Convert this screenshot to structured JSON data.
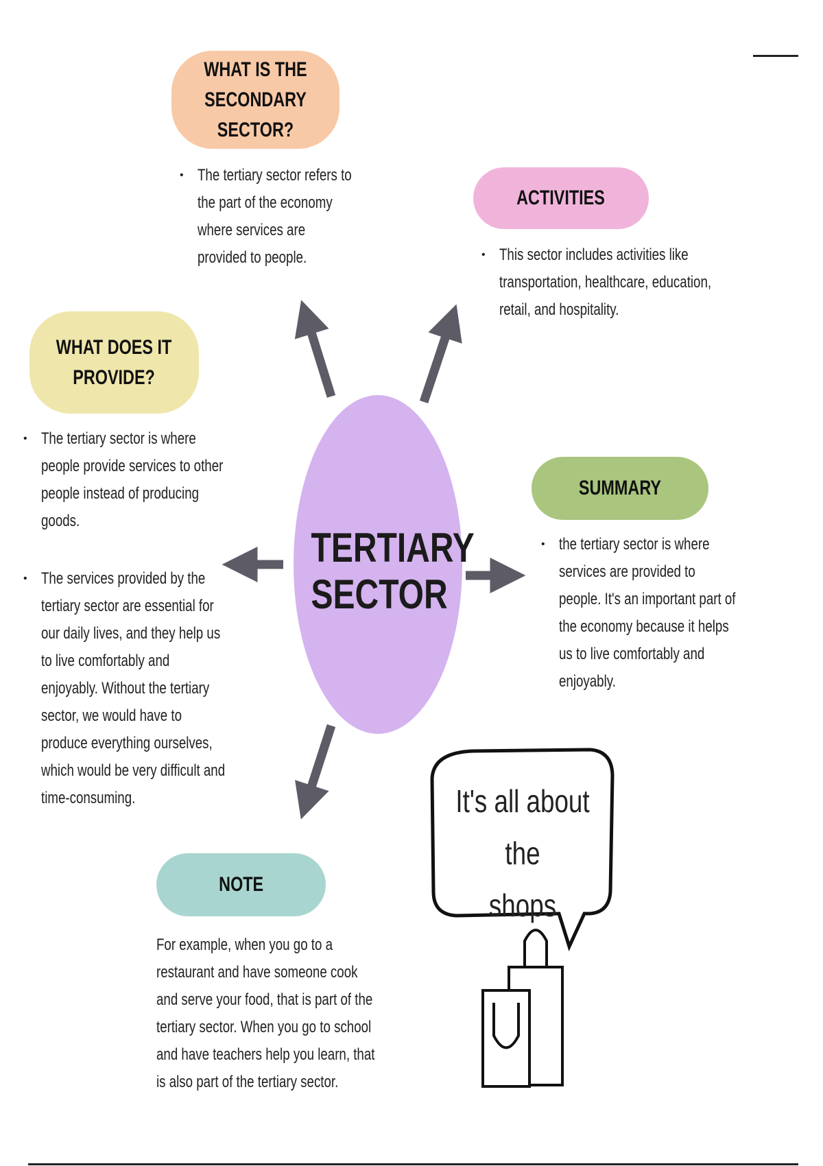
{
  "colors": {
    "orange": "#f8c9a7",
    "pink": "#f0b4da",
    "yellow": "#eee6ab",
    "green": "#a9c57e",
    "teal": "#a9d5d0",
    "purple": "#d4b3ef",
    "arrow": "#5d5c66"
  },
  "center": {
    "line1": "TERTIARY",
    "line2": "SECTOR"
  },
  "secondary": {
    "title": "WHAT IS THE\nSECONDARY SECTOR?",
    "lines": [
      "The tertiary sector refers to",
      "the part of the economy",
      "where services are",
      "provided to people."
    ]
  },
  "activities": {
    "title": "ACTIVITIES",
    "lines": [
      "This sector includes activities like",
      "transportation, healthcare, education,",
      "retail, and hospitality."
    ]
  },
  "provide": {
    "title": "WHAT DOES IT\nPROVIDE?",
    "para1": [
      "The tertiary sector is where",
      "people provide services to other",
      "people instead of producing",
      "goods."
    ],
    "para2": [
      "The services provided by the",
      "tertiary sector are essential for",
      "our daily lives, and they help us",
      "to live comfortably and",
      "enjoyably. Without the tertiary",
      "sector, we would have to",
      "produce everything ourselves,",
      "which would be very difficult and",
      "time-consuming."
    ]
  },
  "summary": {
    "title": "SUMMARY",
    "lines": [
      "the tertiary sector is where",
      "services are provided to",
      "people. It's an important part of",
      "the economy because it helps",
      "us to live comfortably and",
      "enjoyably."
    ]
  },
  "note": {
    "title": "NOTE",
    "lines": [
      "For example, when you go to a",
      "restaurant and have someone cook",
      "and serve your food, that is part of the",
      "tertiary sector. When you go to school",
      "and have teachers help you learn, that",
      "is also part of the tertiary sector."
    ]
  },
  "bubble": {
    "line1": "It's all about the",
    "line2": "shops"
  },
  "bullet": "•"
}
